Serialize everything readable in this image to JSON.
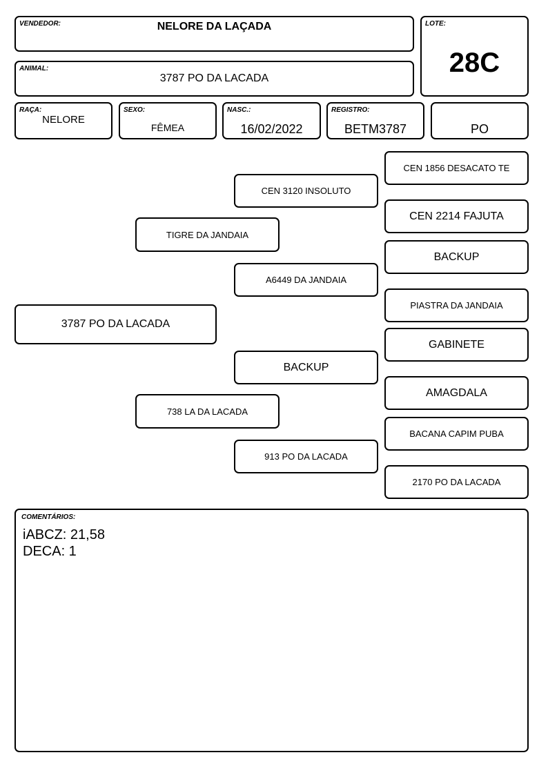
{
  "header": {
    "vendedor_label": "VENDEDOR:",
    "vendedor": "NELORE DA LAÇADA",
    "lote_label": "LOTE:",
    "lote": "28C",
    "animal_label": "ANIMAL:",
    "animal": "3787 PO DA LACADA"
  },
  "info": {
    "raca_label": "RAÇA:",
    "raca": "NELORE",
    "sexo_label": "SEXO:",
    "sexo": "FÊMEA",
    "nasc_label": "NASC.:",
    "nasc": "16/02/2022",
    "registro_label": "REGISTRO:",
    "registro": "BETM3787",
    "categoria": "PO"
  },
  "pedigree": {
    "animal": "3787 PO DA LACADA",
    "pai": "TIGRE DA JANDAIA",
    "mae": "738 LA DA LACADA",
    "avo_paterno": "CEN 3120 INSOLUTO",
    "avo_paterna": "A6449 DA JANDAIA",
    "avo_materno": "BACKUP",
    "avo_materna": "913 PO DA LACADA",
    "bisavos": [
      "CEN 1856 DESACATO TE",
      "CEN 2214 FAJUTA",
      "BACKUP",
      "PIASTRA DA JANDAIA",
      "GABINETE",
      "AMAGDALA",
      "BACANA CAPIM PUBA",
      "2170 PO DA LACADA"
    ]
  },
  "comentarios": {
    "label": "COMENTÁRIOS:",
    "line1": "iABCZ: 21,58",
    "line2": "DECA: 1"
  }
}
